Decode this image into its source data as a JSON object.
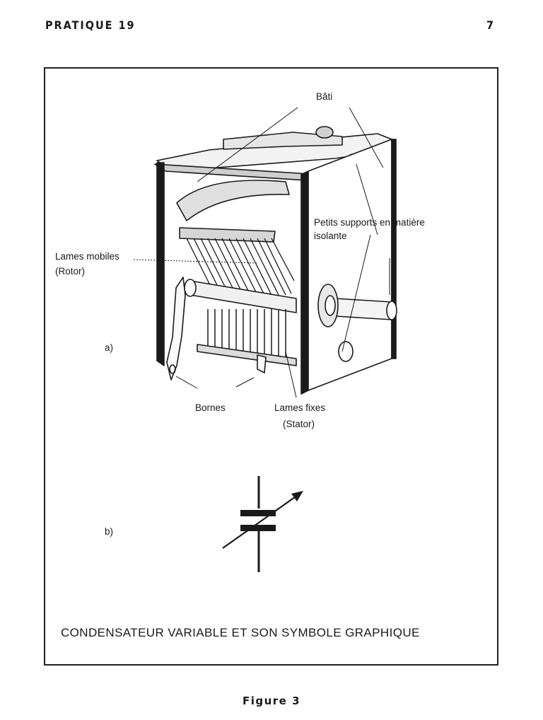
{
  "header": {
    "left": "PRATIQUE 19",
    "right": "7"
  },
  "figure": {
    "labels": {
      "bati": "Bâti",
      "petits_supports_line1": "Petits supports en matière",
      "petits_supports_line2": "isolante",
      "lames_mobiles_line1": "Lames mobiles",
      "lames_mobiles_line2": "(Rotor)",
      "part_a": "a)",
      "bornes": "Bornes",
      "lames_fixes_line1": "Lames fixes",
      "lames_fixes_line2": "(Stator)",
      "part_b": "b)"
    },
    "caption": "CONDENSATEUR VARIABLE ET SON SYMBOLE GRAPHIQUE",
    "figure_label": "Figure 3"
  }
}
